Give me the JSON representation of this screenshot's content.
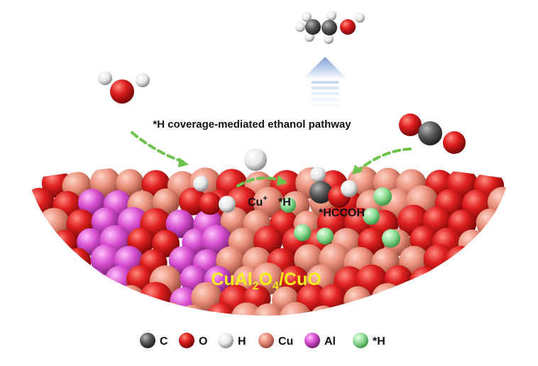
{
  "pathway_title": "*H coverage-mediated ethanol pathway",
  "catalyst_label": {
    "main": "CuAl",
    "sub1": "2",
    "mid": "O",
    "sub2": "4",
    "tail": "/CuO"
  },
  "site_label": {
    "base": "Cu",
    "sup": "+"
  },
  "site_h_label": "*H",
  "intermediate_label": "*HCCOH",
  "legend": [
    {
      "symbol": "C",
      "color": "#555555"
    },
    {
      "symbol": "O",
      "color": "#d31f1f"
    },
    {
      "symbol": "H",
      "color": "#efefef"
    },
    {
      "symbol": "Cu",
      "color": "#e98e7a"
    },
    {
      "symbol": "Al",
      "color": "#d84fd0"
    },
    {
      "symbol": "*H",
      "color": "#8fdc96"
    }
  ],
  "colors": {
    "carbon": "#555555",
    "oxygen": "#d31f1f",
    "hydrogen": "#efefef",
    "copper": "#e98e7a",
    "aluminum": "#d84fd0",
    "adsorbed_h": "#8fdc96",
    "arrow_green": "#6cc24a",
    "arrow_blue": "#a9c2e6",
    "catalyst_text": "#f4ee1c"
  }
}
